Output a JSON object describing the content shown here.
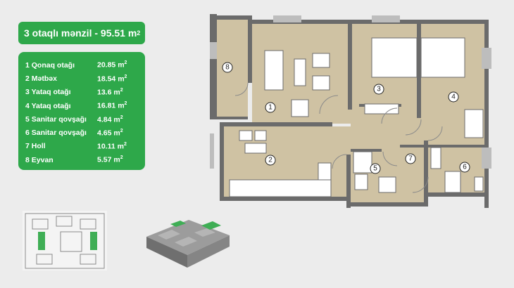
{
  "title": {
    "text": "3 otaqlı mənzil - 95.51 m",
    "sup": "2"
  },
  "area_unit": {
    "text": "m",
    "sup": "2"
  },
  "rooms": [
    {
      "label": "1 Qonaq otağı",
      "area": "20.85 m"
    },
    {
      "label": "2 Mətbəx",
      "area": "18.54 m"
    },
    {
      "label": "3 Yataq otağı",
      "area": "13.6 m"
    },
    {
      "label": "4 Yataq otağı",
      "area": "16.81 m"
    },
    {
      "label": "5 Sanitar qovşağı",
      "area": "4.84 m"
    },
    {
      "label": "6 Sanitar qovşağı",
      "area": "4.65 m"
    },
    {
      "label": "7 Holl",
      "area": "10.11 m"
    },
    {
      "label": "8 Eyvan",
      "area": "5.57 m"
    }
  ],
  "plan_markers": [
    "1",
    "2",
    "3",
    "4",
    "5",
    "6",
    "7",
    "8"
  ],
  "colors": {
    "accent": "#2ea84a",
    "floor": "#cfc2a3",
    "wall": "#6b6b6b",
    "background": "#ececec"
  }
}
